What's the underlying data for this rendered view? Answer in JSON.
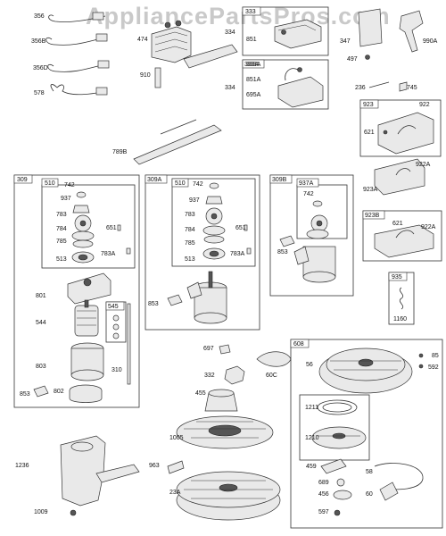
{
  "watermark": "AppliancePartsPros.com",
  "boxes": [
    {
      "id": "b309",
      "label": "309"
    },
    {
      "id": "b510a",
      "label": "510"
    },
    {
      "id": "b545",
      "label": "545"
    },
    {
      "id": "b309A",
      "label": "309A"
    },
    {
      "id": "b510b",
      "label": "510"
    },
    {
      "id": "b309B",
      "label": "309B"
    },
    {
      "id": "b937A",
      "label": "937A"
    },
    {
      "id": "b333",
      "label": "333"
    },
    {
      "id": "b333A",
      "label": "333A"
    },
    {
      "id": "b923",
      "label": "923"
    },
    {
      "id": "b923B",
      "label": "923B"
    },
    {
      "id": "b935",
      "label": "935"
    },
    {
      "id": "b608",
      "label": "608"
    },
    {
      "id": "b1211",
      "label": ""
    }
  ],
  "labels": [
    "356",
    "356B",
    "356D",
    "578",
    "474",
    "910",
    "334",
    "851",
    "334",
    "333A",
    "851A",
    "695A",
    "347",
    "497",
    "990A",
    "236",
    "745",
    "922",
    "621",
    "789B",
    "742",
    "937",
    "783",
    "784",
    "785",
    "651",
    "513",
    "783A",
    "801",
    "544",
    "803",
    "310",
    "853",
    "802",
    "742",
    "937",
    "783",
    "784",
    "785",
    "651",
    "513",
    "783A",
    "853",
    "742",
    "853",
    "922A",
    "923A",
    "621",
    "922A",
    "1160",
    "697",
    "332",
    "60C",
    "455",
    "1005",
    "963",
    "23A",
    "1236",
    "1009",
    "85",
    "592",
    "56",
    "1211",
    "1210",
    "459",
    "58",
    "689",
    "456",
    "60",
    "597"
  ]
}
